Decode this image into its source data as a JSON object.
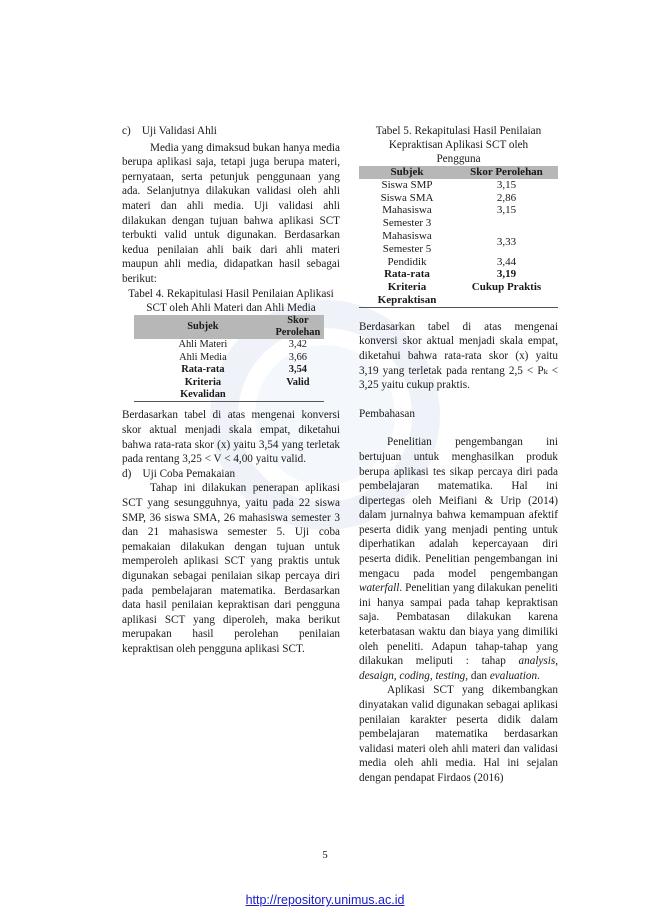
{
  "left": {
    "heading_c": "c) Uji Validasi Ahli",
    "para1": "Media yang dimaksud bukan hanya media berupa aplikasi saja, tetapi juga berupa materi, pernyataan, serta petunjuk penggunaan yang ada. Selanjutnya dilakukan validasi oleh ahli materi dan ahli media. Uji validasi ahli dilakukan dengan tujuan bahwa aplikasi SCT terbukti valid untuk digunakan. Berdasarkan kedua penilaian ahli baik dari ahli materi maupun ahli media, didapatkan hasil sebagai berikut:",
    "table4_caption": "Tabel 4. Rekapitulasi Hasil Penilaian Aplikasi SCT oleh Ahli Materi dan Ahli Media",
    "table4": {
      "headers": [
        "Subjek",
        "Skor Perolehan"
      ],
      "rows": [
        [
          "Ahli Materi",
          "3,42"
        ],
        [
          "Ahli Media",
          "3,66"
        ],
        [
          "Rata-rata",
          "3,54"
        ],
        [
          "Kriteria Kevalidan",
          "Valid"
        ]
      ]
    },
    "para2": "Berdasarkan tabel di atas mengenai konversi skor aktual menjadi skala empat, diketahui bahwa rata-rata skor (x) yaitu 3,54 yang terletak pada rentang 3,25 < V < 4,00 yaitu valid.",
    "heading_d": "d) Uji Coba Pemakaian",
    "para3": "Tahap ini dilakukan penerapan aplikasi SCT yang sesungguhnya, yaitu pada 22 siswa SMP, 36 siswa SMA, 26 mahasiswa semester 3 dan 21 mahasiswa semester 5. Uji coba pemakaian dilakukan dengan tujuan untuk memperoleh aplikasi SCT yang praktis untuk digunakan sebagai penilaian sikap percaya diri pada pembelajaran matematika. Berdasarkan data hasil penilaian kepraktisan dari pengguna aplikasi SCT yang diperoleh, maka berikut merupakan hasil perolehan penilaian kepraktisan oleh pengguna aplikasi SCT."
  },
  "right": {
    "table5_caption": "Tabel 5. Rekapitulasi Hasil Penilaian Kepraktisan Aplikasi SCT oleh Pengguna",
    "table5": {
      "headers": [
        "Subjek",
        "Skor Perolehan"
      ],
      "rows": [
        [
          "Siswa SMP",
          "3,15"
        ],
        [
          "Siswa SMA",
          "2,86"
        ],
        [
          "Mahasiswa Semester 3",
          "3,15"
        ],
        [
          "Mahasiswa Semester 5",
          "3,33"
        ],
        [
          "Pendidik",
          "3,44"
        ],
        [
          "Rata-rata",
          "3,19"
        ],
        [
          "Kriteria Kepraktisan",
          "Cukup Praktis"
        ]
      ]
    },
    "para1": "Berdasarkan tabel di atas mengenai konversi skor aktual menjadi skala empat, diketahui bahwa rata-rata skor (x) yaitu 3,19 yang terletak pada rentang 2,5 < Pₖ < 3,25 yaitu cukup praktis.",
    "heading_pembahasan": "Pembahasan",
    "para2_a": "Penelitian pengembangan ini bertujuan untuk menghasilkan produk berupa aplikasi tes sikap percaya diri pada pembelajaran matematika. Hal ini dipertegas oleh Meifiani & Urip (2014) dalam jurnalnya bahwa kemampuan afektif peserta didik yang menjadi penting untuk diperhatikan adalah kepercayaan diri peserta didik. Penelitian pengembangan ini mengacu pada model pengembangan ",
    "para2_waterfall": "waterfall",
    "para2_b": ". Penelitian yang dilakukan peneliti ini hanya sampai pada tahap kepraktisan saja. Pembatasan dilakukan karena keterbatasan waktu dan biaya yang dimiliki oleh peneliti. Adapun tahap-tahap yang dilakukan meliputi : tahap ",
    "para2_stages": "analysis, desaign, coding, testing,",
    "para2_c": " dan ",
    "para2_eval": "evaluation",
    "para2_d": ".",
    "para3": "Aplikasi SCT yang dikembangkan dinyatakan valid digunakan sebagai aplikasi penilaian karakter peserta didik dalam pembelajaran matematika berdasarkan validasi materi oleh ahli materi dan validasi media oleh ahli media. Hal ini sejalan dengan pendapat Firdaos (2016)"
  },
  "page_number": "5",
  "footer_url": "http://repository.unimus.ac.id"
}
